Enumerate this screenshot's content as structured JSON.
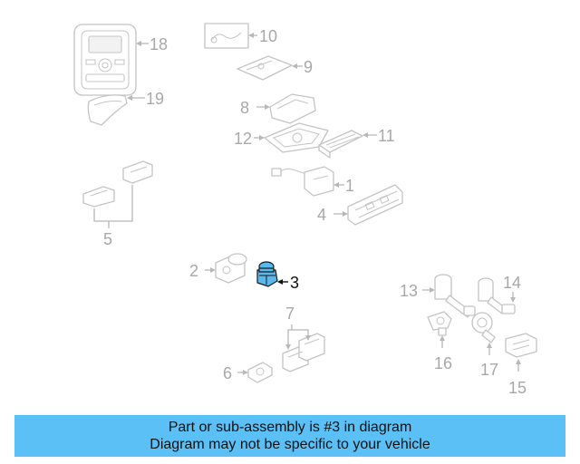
{
  "diagram": {
    "callouts": {
      "c1": "1",
      "c2": "2",
      "c3": "3",
      "c4": "4",
      "c5": "5",
      "c6": "6",
      "c7": "7",
      "c8": "8",
      "c9": "9",
      "c10": "10",
      "c11": "11",
      "c12": "12",
      "c13": "13",
      "c14": "14",
      "c15": "15",
      "c16": "16",
      "c17": "17",
      "c18": "18",
      "c19": "19"
    },
    "highlighted_part": "3",
    "highlight_color": "#59b8ee",
    "line_color": "#c4c4c4"
  },
  "banner": {
    "line1": "Part or sub-assembly is #3 in diagram",
    "line2": "Diagram may not be specific to your vehicle",
    "background": "#5ac0f5"
  }
}
